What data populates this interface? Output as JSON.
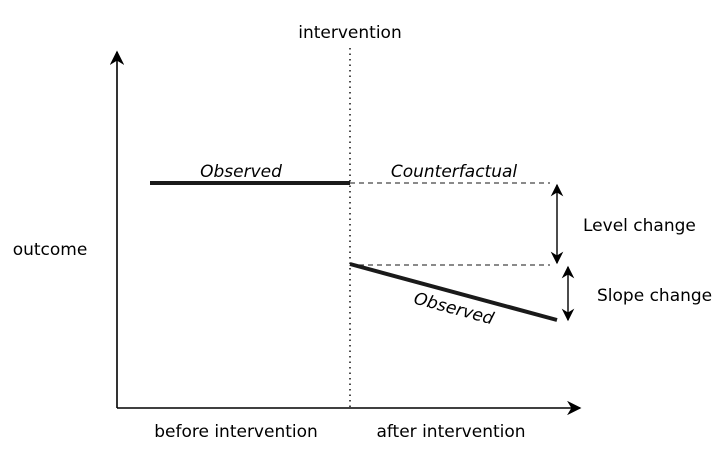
{
  "diagram": {
    "intervention_label": "intervention",
    "y_axis_label": "outcome",
    "x_before_label": "before intervention",
    "x_after_label": "after intervention",
    "observed_pre_label": "Observed",
    "counterfactual_label": "Counterfactual",
    "observed_post_label": "Observed",
    "level_change_label": "Level change",
    "slope_change_label": "Slope change"
  },
  "colors": {
    "ink": "#000000",
    "observed_line": "#1a1a1a",
    "dashed": "#444444",
    "background": "#ffffff"
  }
}
